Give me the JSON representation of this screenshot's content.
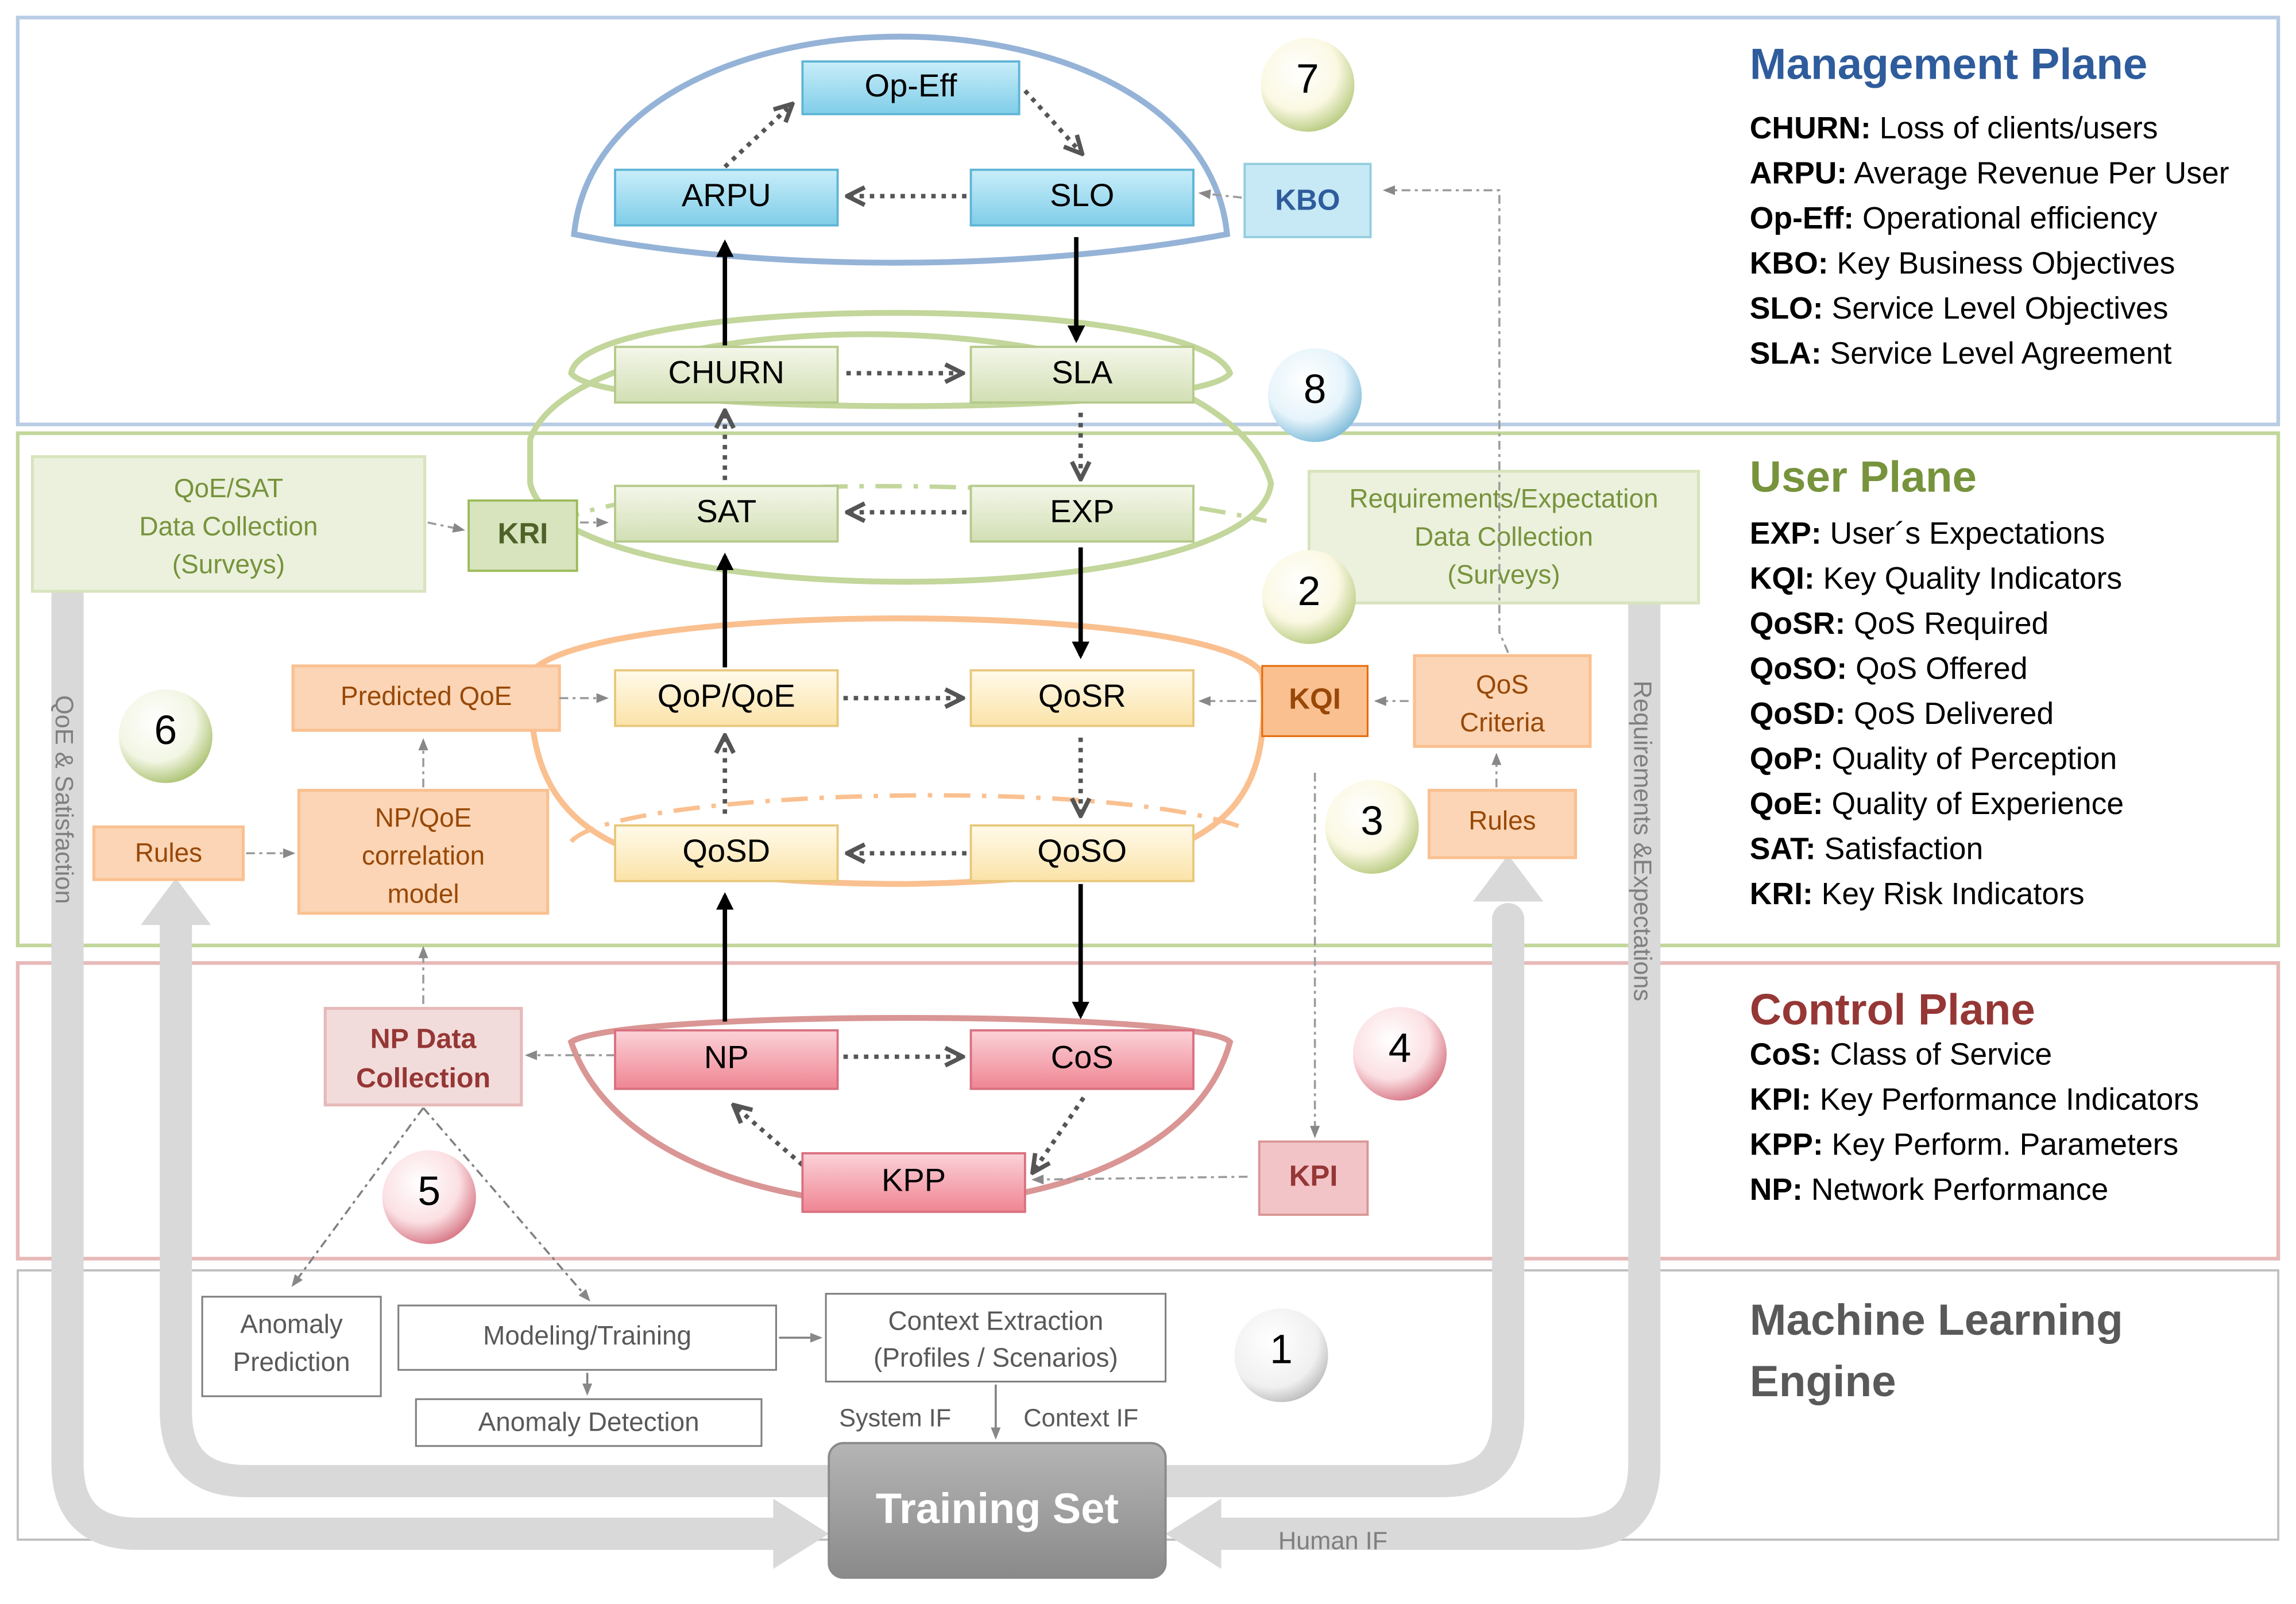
{
  "planes": {
    "management": {
      "title": "Management Plane",
      "color": "#2e5c9c",
      "legend": [
        {
          "term": "CHURN:",
          "desc": "Loss of clients/users"
        },
        {
          "term": "ARPU:",
          "desc": "Average Revenue Per User"
        },
        {
          "term": "Op-Eff:",
          "desc": "Operational efficiency"
        },
        {
          "term": "KBO:",
          "desc": "Key Business Objectives"
        },
        {
          "term": "SLO:",
          "desc": "Service Level Objectives"
        },
        {
          "term": "SLA:",
          "desc": "Service Level Agreement"
        }
      ]
    },
    "user": {
      "title": "User Plane",
      "color": "#77933c",
      "legend": [
        {
          "term": "EXP:",
          "desc": "User´s Expectations"
        },
        {
          "term": "KQI:",
          "desc": "Key Quality Indicators"
        },
        {
          "term": "QoSR:",
          "desc": "QoS Required"
        },
        {
          "term": "QoSO:",
          "desc": "QoS Offered"
        },
        {
          "term": "QoSD:",
          "desc": "QoS Delivered"
        },
        {
          "term": "QoP:",
          "desc": "Quality of Perception"
        },
        {
          "term": "QoE:",
          "desc": "Quality of Experience"
        },
        {
          "term": "SAT:",
          "desc": "Satisfaction"
        },
        {
          "term": "KRI:",
          "desc": "Key Risk Indicators"
        }
      ]
    },
    "control": {
      "title": "Control Plane",
      "color": "#953735",
      "legend": [
        {
          "term": "CoS:",
          "desc": "Class of Service"
        },
        {
          "term": "KPI:",
          "desc": "Key Performance Indicators"
        },
        {
          "term": "KPP:",
          "desc": "Key Perform. Parameters"
        },
        {
          "term": "NP:",
          "desc": "Network Performance"
        }
      ]
    },
    "ml": {
      "title_line1": "Machine Learning",
      "title_line2": "Engine",
      "color": "#595959"
    }
  },
  "nodes": {
    "op_eff": "Op-Eff",
    "arpu": "ARPU",
    "slo": "SLO",
    "kbo": "KBO",
    "churn": "CHURN",
    "sla": "SLA",
    "sat": "SAT",
    "exp": "EXP",
    "kri": "KRI",
    "qop_qoe": "QoP/QoE",
    "qosr": "QoSR",
    "kqi": "KQI",
    "qosd": "QoSD",
    "qoso": "QoSO",
    "np": "NP",
    "cos": "CoS",
    "kpp": "KPP",
    "kpi": "KPI"
  },
  "side_boxes": {
    "qoe_sat_collection": [
      "QoE/SAT",
      "Data Collection",
      "(Surveys)"
    ],
    "req_exp_collection": [
      "Requirements/Expectation",
      "Data Collection",
      "(Surveys)"
    ],
    "predicted_qoe": "Predicted QoE",
    "qos_criteria": [
      "QoS",
      "Criteria"
    ],
    "rules_left": "Rules",
    "rules_right": "Rules",
    "np_qoe_model": [
      "NP/QoE",
      "correlation",
      "model"
    ],
    "np_data_collection": [
      "NP Data",
      "Collection"
    ]
  },
  "ml_boxes": {
    "anomaly_prediction": [
      "Anomaly",
      "Prediction"
    ],
    "modeling_training": "Modeling/Training",
    "anomaly_detection": "Anomaly Detection",
    "context_extraction": [
      "Context Extraction",
      "(Profiles / Scenarios)"
    ],
    "system_if": "System IF",
    "context_if": "Context IF",
    "training_set": "Training Set",
    "human_if": "Human IF"
  },
  "flow_labels": {
    "left": "QoE & Satisfaction",
    "right": "Requirements &Expectations"
  },
  "badges": [
    "1",
    "2",
    "3",
    "4",
    "5",
    "6",
    "7",
    "8"
  ],
  "colors": {
    "blue_node": "#9fdcf2",
    "green_node": "#e3ecd0",
    "yellow_node": "#fef2cc",
    "red_node": "#f5a3ad",
    "orange_box": "#fbd5b5",
    "green_box": "#ebf1dd"
  }
}
